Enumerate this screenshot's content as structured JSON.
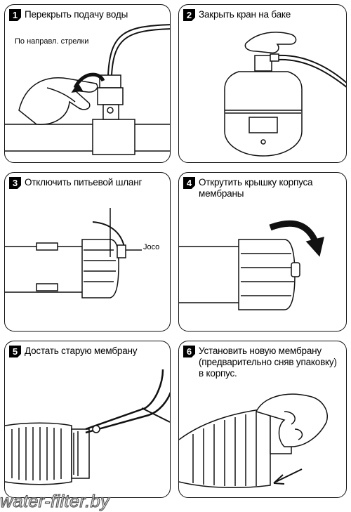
{
  "steps": [
    {
      "num": "1",
      "title": "Перекрыть подачу воды",
      "note": "По направл. стрелки"
    },
    {
      "num": "2",
      "title": "Закрыть кран на баке"
    },
    {
      "num": "3",
      "title": "Отключить питьевой шланг",
      "note": "Joco"
    },
    {
      "num": "4",
      "title": "Открутить крышку корпуса\nмембраны"
    },
    {
      "num": "5",
      "title": "Достать старую мембрану"
    },
    {
      "num": "6",
      "title": "Установить новую мембрану\n(предварительно сняв упаковку)\nв корпус."
    }
  ],
  "watermark": "water-filter.by",
  "colors": {
    "ink": "#111111",
    "background": "#ffffff"
  }
}
